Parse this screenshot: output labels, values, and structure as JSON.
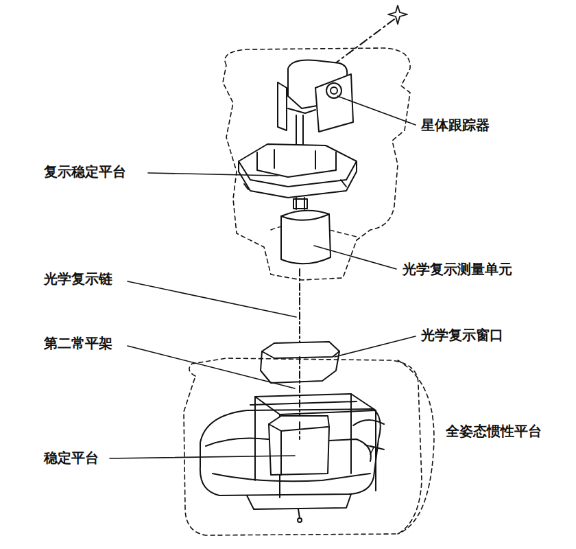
{
  "diagram": {
    "labels": [
      "星体跟踪器",
      "复示稳定平台",
      "光学复示测量单元",
      "光学复示链",
      "光学复示窗口",
      "第二常平架",
      "全姿态惯性平台",
      "稳定平台"
    ]
  }
}
